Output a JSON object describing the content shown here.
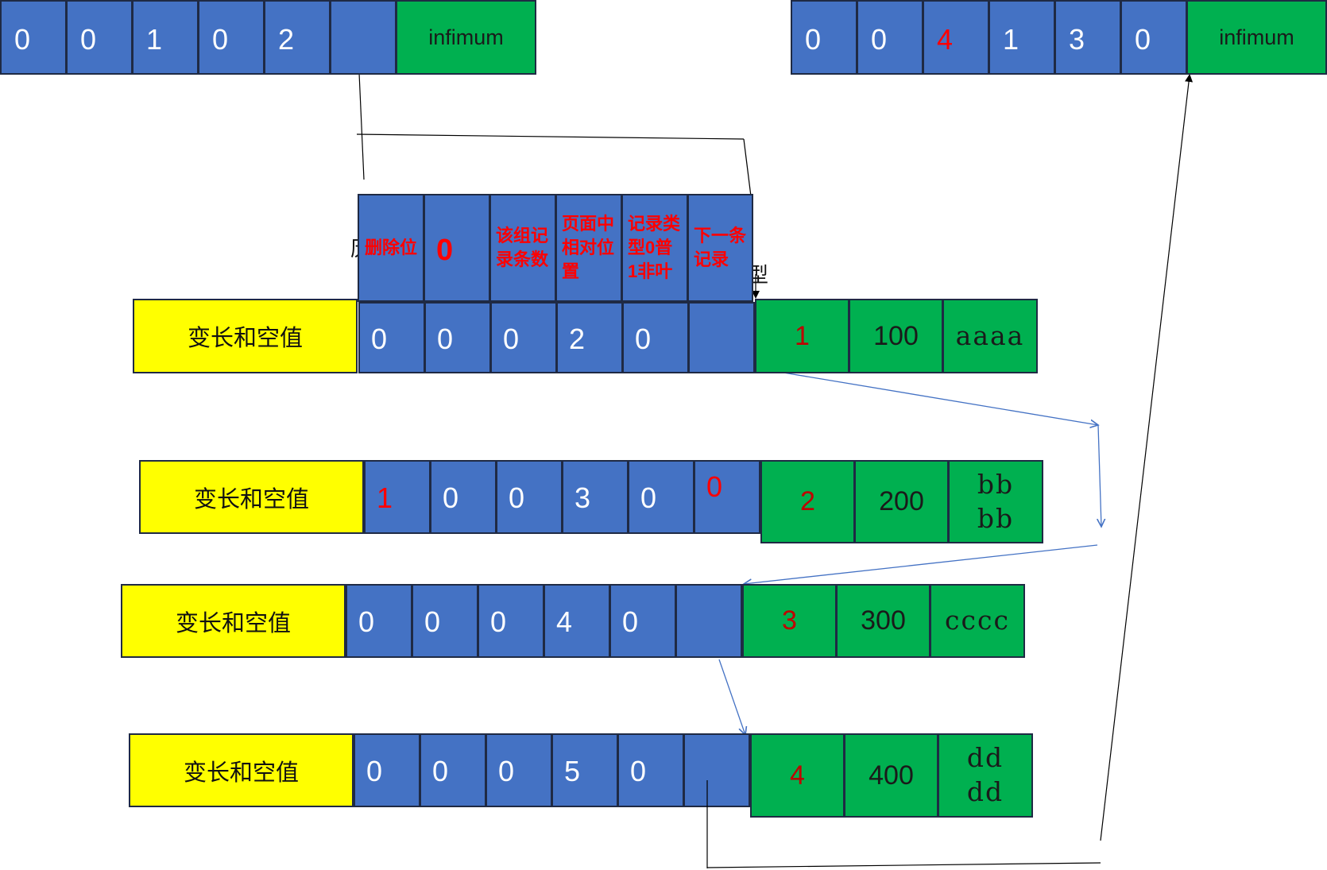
{
  "top_left": {
    "cells": [
      "0",
      "0",
      "1",
      "0",
      "2",
      ""
    ],
    "label": "infimum"
  },
  "top_right": {
    "cells": [
      "0",
      "0",
      "4",
      "1",
      "3",
      "0"
    ],
    "highlight_index": 2,
    "label": "infimum"
  },
  "header": {
    "cells": [
      "删除位",
      "0",
      "该组记录条数",
      "页面中相对位置",
      "记录类型0普1非叶",
      "下一条记录"
    ],
    "clipped_left": "历",
    "clipped_right": "型"
  },
  "records": [
    {
      "prefix": "变长和空值",
      "cells": [
        "0",
        "0",
        "0",
        "2",
        "0",
        ""
      ],
      "red_cells": [],
      "data": [
        "1",
        "100",
        "aaaa"
      ]
    },
    {
      "prefix": "变长和空值",
      "cells": [
        "1",
        "0",
        "0",
        "3",
        "0",
        "0"
      ],
      "red_cells": [
        0,
        5
      ],
      "data": [
        "2",
        "200",
        "bbbb"
      ]
    },
    {
      "prefix": "变长和空值",
      "cells": [
        "0",
        "0",
        "0",
        "4",
        "0",
        ""
      ],
      "red_cells": [],
      "data": [
        "3",
        "300",
        "cccc"
      ]
    },
    {
      "prefix": "变长和空值",
      "cells": [
        "0",
        "0",
        "0",
        "5",
        "0",
        ""
      ],
      "red_cells": [],
      "data": [
        "4",
        "400",
        "dddd"
      ]
    }
  ],
  "colors": {
    "cell_blue": "#4472c4",
    "cell_green": "#00b050",
    "cell_yellow": "#ffff00",
    "highlight_red": "#ff0000",
    "record_number_red": "#c00000",
    "arrow_blue": "#4472c4",
    "line_black": "#000000"
  }
}
